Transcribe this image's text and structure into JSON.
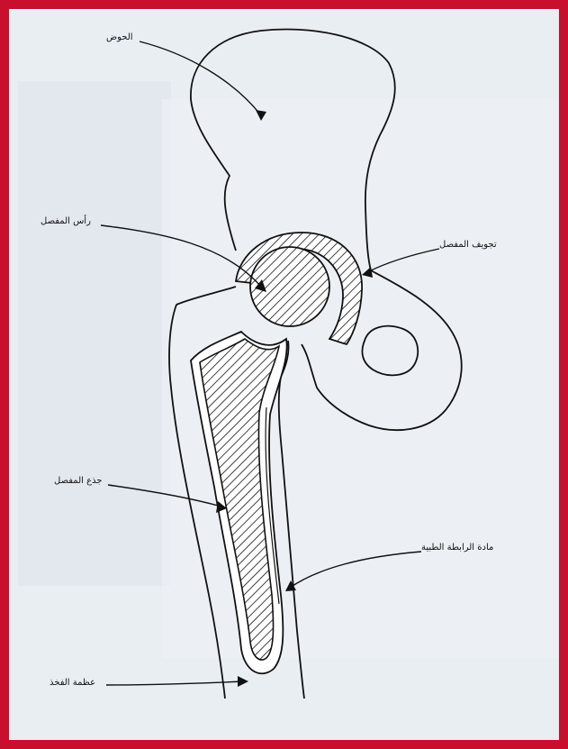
{
  "labels": {
    "pelvis": "الحوض",
    "joint_head": "رأس المفصل",
    "joint_socket": "تجويف المفصل",
    "joint_stem": "جذع المفصل",
    "bonding_material": "مادة الرابطة الطبية",
    "femur": "عظمة الفخذ"
  },
  "colors": {
    "frame": "#c8102e",
    "background": "#e8eef3",
    "line": "#111111"
  }
}
